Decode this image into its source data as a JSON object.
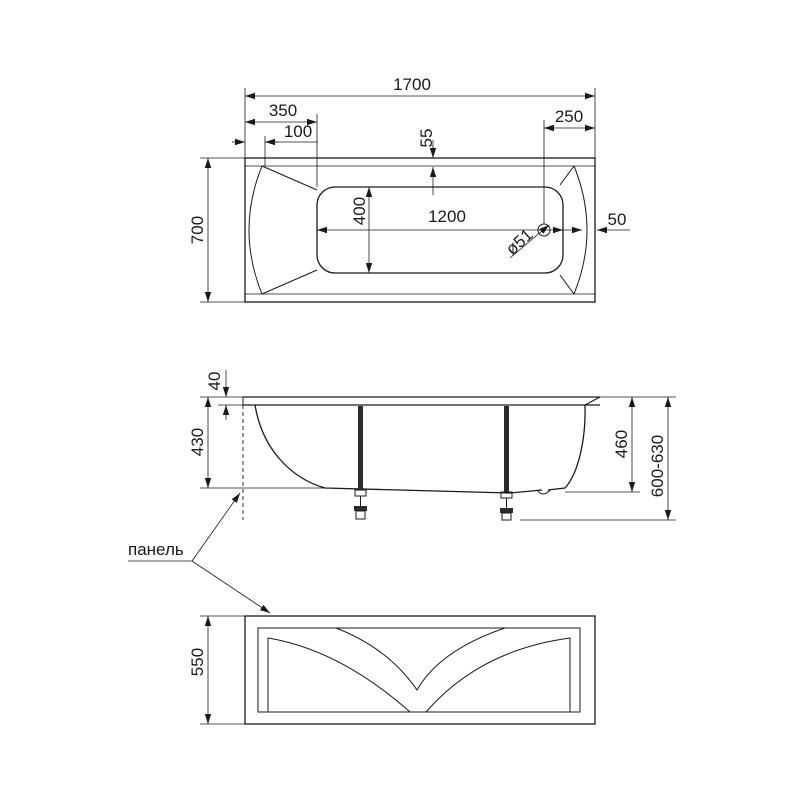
{
  "top_view": {
    "overall_length": "1700",
    "head_offset": "350",
    "side_offset": "100",
    "rim_depth": "55",
    "drain_offset": "250",
    "bath_width": "700",
    "inner_width": "400",
    "inner_length": "1200",
    "drain_diameter": "ø51",
    "wall_offset": "50"
  },
  "side_view": {
    "rim_height": "40",
    "bowl_depth": "430",
    "inner_depth": "460",
    "total_height": "600-630"
  },
  "panel_label": "панель",
  "front_panel": {
    "height": "550"
  }
}
